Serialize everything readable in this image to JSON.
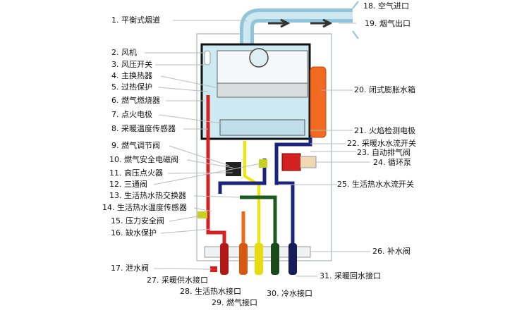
{
  "title": "燃气壁挂炉结构示意图",
  "colors": {
    "heating_supply": "#d42020",
    "domestic_hot": "#e86a1a",
    "gas": "#f2e600",
    "cold_water": "#1a5a20",
    "heating_return": "#1a237e",
    "casing": "#cde9f2",
    "expansion_tank": "#f06a20"
  },
  "labels_left": [
    {
      "num": "1.",
      "text": "平衡式烟道"
    },
    {
      "num": "2.",
      "text": "风机"
    },
    {
      "num": "3.",
      "text": "风压开关"
    },
    {
      "num": "4.",
      "text": "主换热器"
    },
    {
      "num": "5.",
      "text": "过热保护"
    },
    {
      "num": "6.",
      "text": "燃气燃烧器"
    },
    {
      "num": "7.",
      "text": "点火电极"
    },
    {
      "num": "8.",
      "text": "采暖温度传感器"
    },
    {
      "num": "9.",
      "text": "燃气调节阀"
    },
    {
      "num": "10.",
      "text": "燃气安全电磁阀"
    },
    {
      "num": "11.",
      "text": "高压点火器"
    },
    {
      "num": "12.",
      "text": "三通阀"
    },
    {
      "num": "13.",
      "text": "生活热水热交换器"
    },
    {
      "num": "14.",
      "text": "生活热水温度传感器"
    },
    {
      "num": "15.",
      "text": "压力安全阀"
    },
    {
      "num": "16.",
      "text": "缺水保护"
    },
    {
      "num": "17.",
      "text": "泄水阀"
    }
  ],
  "labels_right": [
    {
      "num": "18.",
      "text": "空气进口"
    },
    {
      "num": "19.",
      "text": "烟气出口"
    },
    {
      "num": "20.",
      "text": "闭式膨胀水箱"
    },
    {
      "num": "21.",
      "text": "火焰检测电极"
    },
    {
      "num": "22.",
      "text": "采暖水水流开关"
    },
    {
      "num": "23.",
      "text": "自动排气阀"
    },
    {
      "num": "24.",
      "text": "循环泵"
    },
    {
      "num": "25.",
      "text": "生活热水水流开关"
    },
    {
      "num": "26.",
      "text": "补水阀"
    }
  ],
  "labels_bottom": [
    {
      "num": "27.",
      "text": "采暖供水接口"
    },
    {
      "num": "28.",
      "text": "生活热水接口"
    },
    {
      "num": "29.",
      "text": "燃气接口"
    },
    {
      "num": "30.",
      "text": "冷水接口"
    },
    {
      "num": "31.",
      "text": "采暖回水接口"
    }
  ]
}
